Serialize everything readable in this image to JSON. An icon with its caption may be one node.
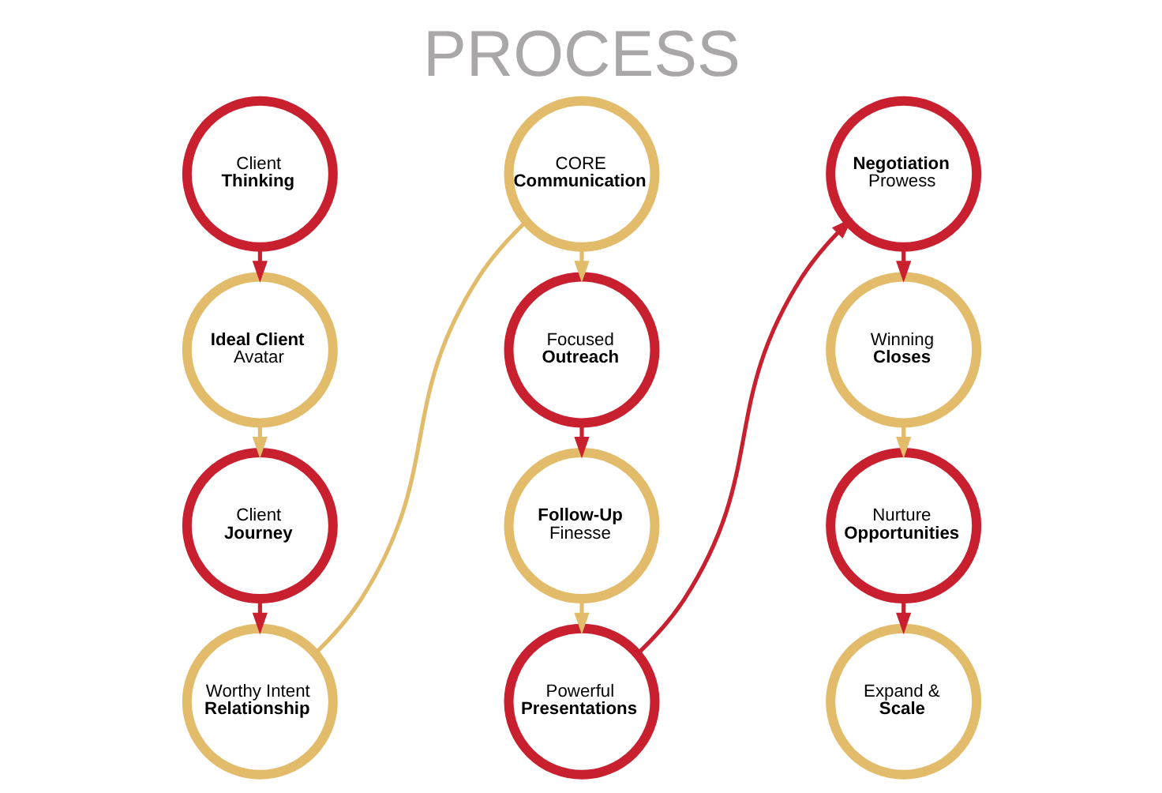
{
  "diagram": {
    "title": "PROCESS",
    "nodes": [
      {
        "text": [
          "Client **Thinking**"
        ]
      },
      {
        "text": [
          "**Ideal Client** Avatar"
        ]
      },
      {
        "text": [
          "Client **Journey**"
        ]
      },
      {
        "text": [
          "Worthy Intent **Relationship**"
        ]
      },
      {
        "text": [
          "CORE **Communication**"
        ]
      },
      {
        "text": [
          "Focused **Outreach**"
        ]
      },
      {
        "text": [
          "**Follow-Up** Finesse"
        ]
      },
      {
        "text": [
          "Powerful **Presentations**"
        ]
      },
      {
        "text": [
          "**Negotiation** Prowess"
        ]
      },
      {
        "text": [
          "Winning **Closes**"
        ]
      },
      {
        "text": [
          "Nurture **Opportunities**"
        ]
      },
      {
        "text": [
          "Expand & **Scale**"
        ]
      }
    ],
    "edges": [
      {
        "from": 0,
        "to": 1,
        "arrow": "to"
      },
      {
        "from": 1,
        "to": 2,
        "arrow": "to",
        "color": "#e2bc6a"
      },
      {
        "from": 2,
        "to": 3,
        "arrow": "to"
      },
      {
        "from": 3,
        "to": 4,
        "arrow": "none",
        "color": "#e2bc6a"
      },
      {
        "from": 4,
        "to": 5,
        "arrow": "to",
        "color": "#e2bc6a"
      },
      {
        "from": 5,
        "to": 6,
        "arrow": "to"
      },
      {
        "from": 6,
        "to": 7,
        "arrow": "to",
        "color": "#e2bc6a"
      },
      {
        "from": 7,
        "to": 8,
        "arrow": "to"
      },
      {
        "from": 8,
        "to": 9,
        "arrow": "to"
      },
      {
        "from": 9,
        "to": 10,
        "arrow": "to",
        "color": "#e2bc6a"
      },
      {
        "from": 10,
        "to": 11,
        "arrow": "to"
      }
    ]
  }
}
